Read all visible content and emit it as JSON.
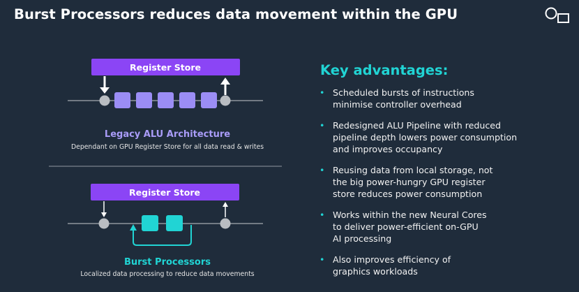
{
  "title": "Burst Processors reduces data movement within the GPU",
  "logo_icon": "imagination-logo-icon",
  "legacy": {
    "register_store_label": "Register Store",
    "caption_title": "Legacy ALU Architecture",
    "caption_subtitle": "Dependant on GPU Register Store for all data read & writes",
    "alu_count": 5
  },
  "burst": {
    "register_store_label": "Register Store",
    "caption_title": "Burst Processors",
    "caption_subtitle": "Localized data processing to reduce data movements",
    "alu_count": 2
  },
  "advantages": {
    "heading": "Key advantages:",
    "bullet_glyph": "•",
    "items": [
      [
        "Scheduled bursts of instructions",
        "minimise controller overhead"
      ],
      [
        "Redesigned ALU Pipeline with reduced",
        "pipeline depth lowers power consumption",
        "and improves occupancy"
      ],
      [
        "Reusing data from local storage, not",
        "the big power-hungry GPU register",
        "store reduces power consumption"
      ],
      [
        "Works within the new Neural Cores",
        "to deliver power-efficient on-GPU",
        "AI processing"
      ],
      [
        "Also improves efficiency of",
        "graphics workloads"
      ]
    ]
  },
  "colors": {
    "background": "#1f2c3b",
    "register_store": "#8b45f5",
    "legacy_alu": "#9b8df5",
    "legacy_caption": "#a99cf8",
    "burst_alu": "#21d4d4",
    "burst_caption": "#21d4d4",
    "node": "#b9bdc2",
    "line": "#8f959c"
  }
}
